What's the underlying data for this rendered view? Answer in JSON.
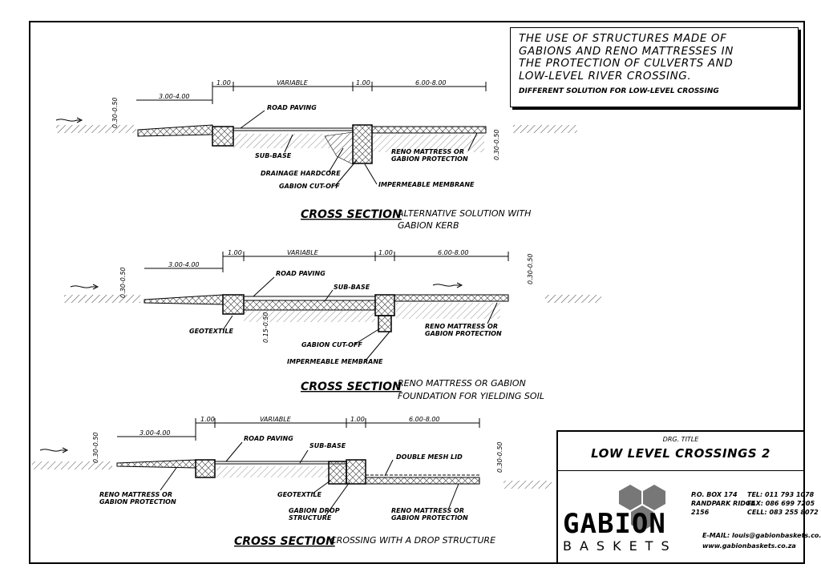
{
  "note": {
    "lines": [
      "THE USE OF STRUCTURES MADE OF",
      "GABIONS AND RENO MATTRESSES IN",
      "THE PROTECTION OF CULVERTS AND",
      "LOW-LEVEL RIVER CROSSING."
    ],
    "subtitle": "DIFFERENT SOLUTION FOR LOW-LEVEL CROSSING"
  },
  "section1": {
    "dims": {
      "a": "3.00-4.00",
      "b": "1.00",
      "c": "VARIABLE",
      "d": "1.00",
      "e": "6.00-8.00",
      "h1": "0.30-0.50",
      "h2": "0.30-0.50"
    },
    "labels": {
      "road_paving": "ROAD PAVING",
      "sub_base": "SUB-BASE",
      "drainage": "DRAINAGE HARDCORE",
      "cutoff": "GABION CUT-OFF",
      "membrane": "IMPERMEABLE MEMBRANE",
      "reno": "RENO MATTRESS OR",
      "reno2": "GABION PROTECTION"
    },
    "title": "CROSS SECTION",
    "desc1": "ALTERNATIVE SOLUTION WITH",
    "desc2": "GABION KERB"
  },
  "section2": {
    "dims": {
      "a": "3.00-4.00",
      "b": "1.00",
      "c": "VARIABLE",
      "d": "1.00",
      "e": "6.00-8.00",
      "h1": "0.30-0.50",
      "h2": "0.30-0.50",
      "h3": "0.15-0.50"
    },
    "labels": {
      "road_paving": "ROAD PAVING",
      "sub_base": "SUB-BASE",
      "geotextile": "GEOTEXTILE",
      "cutoff": "GABION CUT-OFF",
      "membrane": "IMPERMEABLE MEMBRANE",
      "reno": "RENO MATTRESS OR",
      "reno2": "GABION PROTECTION"
    },
    "title": "CROSS SECTION",
    "desc1": "RENO MATTRESS OR GABION",
    "desc2": "FOUNDATION FOR YIELDING SOIL"
  },
  "section3": {
    "dims": {
      "a": "3.00-4.00",
      "b": "1.00",
      "c": "VARIABLE",
      "d": "1.00",
      "e": "6.00-8.00",
      "h1": "0.30-0.50",
      "h2": "0.30-0.50"
    },
    "labels": {
      "road_paving": "ROAD PAVING",
      "sub_base": "SUB-BASE",
      "lid": "DOUBLE MESH LID",
      "reno_l": "RENO MATTRESS OR",
      "reno_l2": "GABION PROTECTION",
      "geotextile": "GEOTEXTILE",
      "drop": "GABION DROP",
      "drop2": "STRUCTURE",
      "reno": "RENO MATTRESS OR",
      "reno2": "GABION PROTECTION"
    },
    "title": "CROSS SECTION",
    "desc": "CROSSING WITH A DROP STRUCTURE"
  },
  "titleblock": {
    "label": "DRG. TITLE",
    "title": "LOW LEVEL CROSSINGS 2",
    "address": [
      "P.O. BOX 174",
      "RANDPARK RIDGE",
      "2156"
    ],
    "phones": [
      "TEL: 011 793 1078",
      "FAX: 086 699 7205",
      "CELL: 083 255 8072"
    ],
    "email": "E-MAIL: louis@gabionbaskets.co.za",
    "web": "www.gabionbaskets.co.za",
    "brand": "GABION",
    "brand_sub": "BASKETS"
  }
}
